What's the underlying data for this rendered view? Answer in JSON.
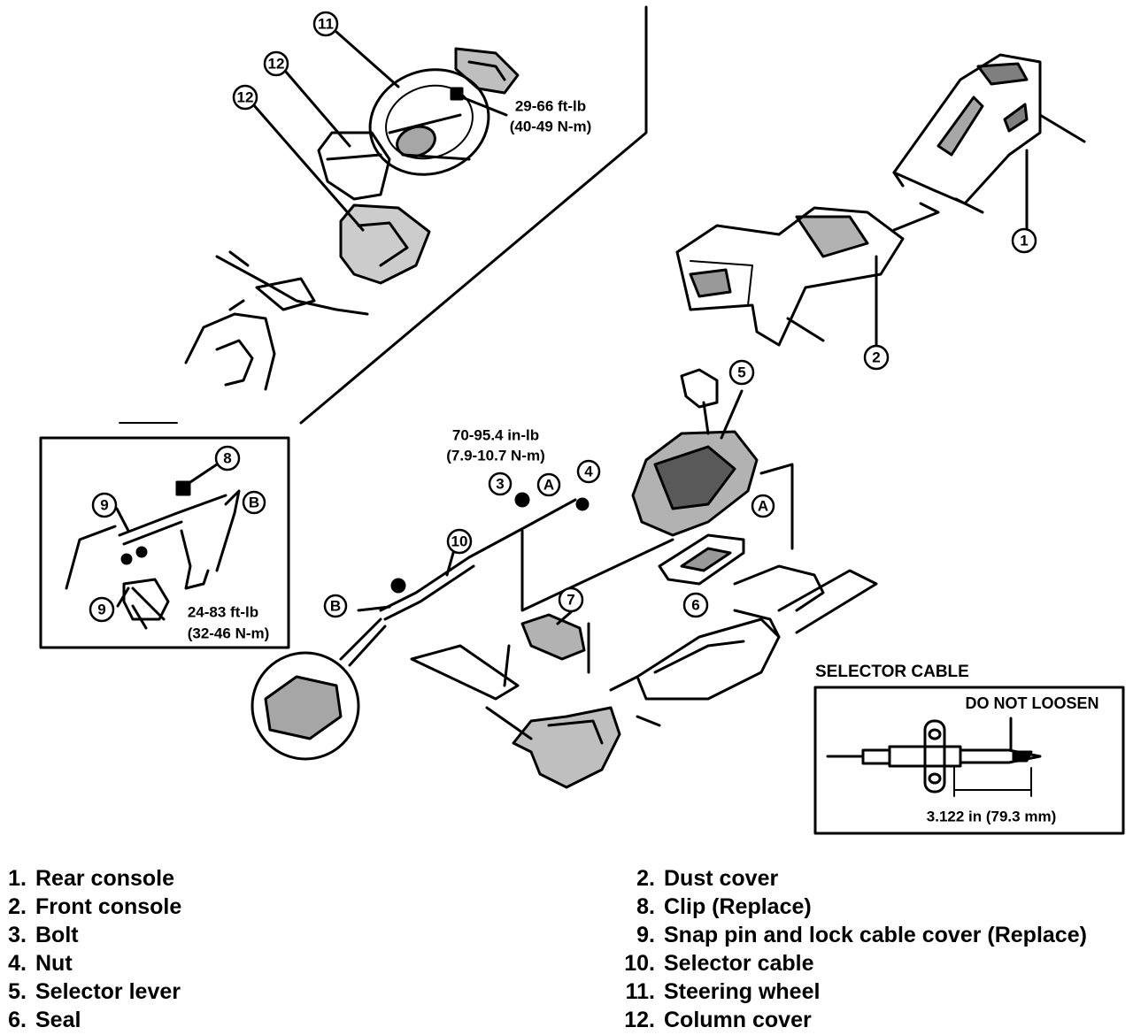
{
  "callouts": {
    "c1": "1",
    "c2": "2",
    "c3": "3",
    "c4": "4",
    "c5": "5",
    "c6": "6",
    "c7": "7",
    "c8": "8",
    "c9a": "9",
    "c9b": "9",
    "c10": "10",
    "c11": "11",
    "c12a": "12",
    "c12b": "12",
    "ca1": "A",
    "ca2": "A",
    "cb1": "B",
    "cb2": "B"
  },
  "torques": {
    "steering_wheel_line1": "29-66 ft-lb",
    "steering_wheel_line2": "(40-49 N-m)",
    "cable_bolt_line1": "70-95.4 in-lb",
    "cable_bolt_line2": "(7.9-10.7 N-m)",
    "inset_line1": "24-83 ft-lb",
    "inset_line2": "(32-46 N-m)"
  },
  "selector_cable_panel": {
    "title": "SELECTOR CABLE",
    "note": "DO NOT LOOSEN",
    "dimension": "3.122 in (79.3 mm)"
  },
  "legend": {
    "left": [
      {
        "num": "1.",
        "label": "Rear console"
      },
      {
        "num": "2.",
        "label": "Front console"
      },
      {
        "num": "3.",
        "label": "Bolt"
      },
      {
        "num": "4.",
        "label": "Nut"
      },
      {
        "num": "5.",
        "label": "Selector lever"
      },
      {
        "num": "6.",
        "label": "Seal"
      }
    ],
    "right": [
      {
        "num": "2.",
        "label": "Dust cover"
      },
      {
        "num": "8.",
        "label": "Clip (Replace)"
      },
      {
        "num": "9.",
        "label": "Snap pin and lock cable cover (Replace)"
      },
      {
        "num": "10.",
        "label": "Selector cable"
      },
      {
        "num": "11.",
        "label": "Steering wheel"
      },
      {
        "num": "12.",
        "label": "Column cover"
      }
    ]
  }
}
